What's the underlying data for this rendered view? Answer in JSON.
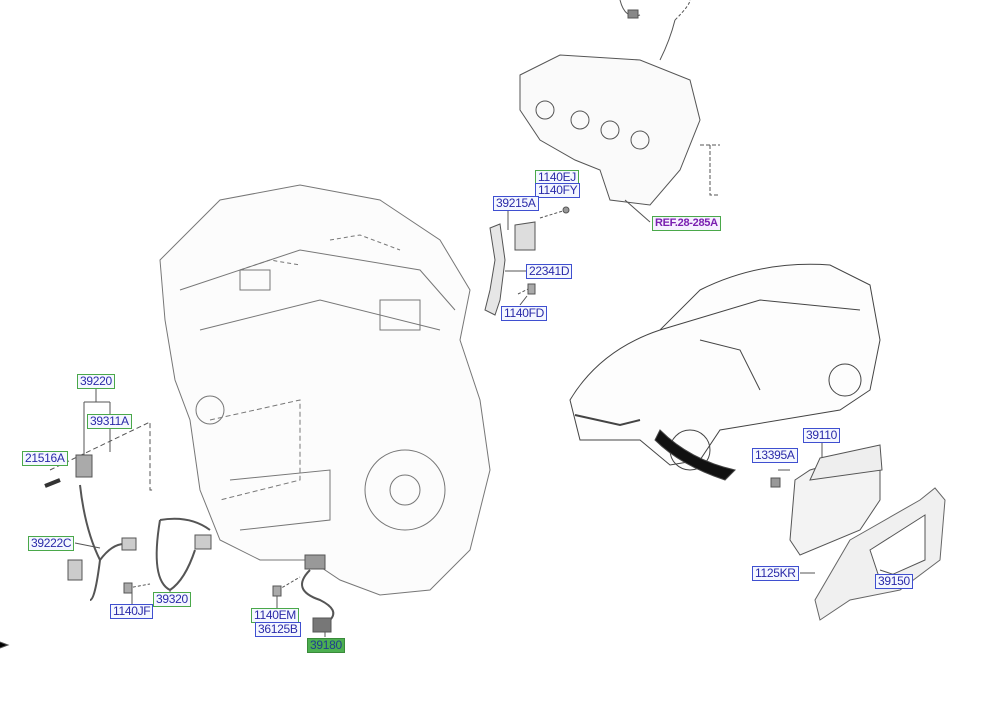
{
  "colors": {
    "label_text": "#2a2aa8",
    "border_blue": "#3f4fd0",
    "border_green": "#4aa84a",
    "highlight": "#4caf50",
    "ref_text": "#7a1fb0",
    "line": "#555555"
  },
  "labels": {
    "p1140EJ": "1140EJ",
    "p1140FY": "1140FY",
    "p39215A": "39215A",
    "ref": "REF.28-285A",
    "p22341D": "22341D",
    "p1140FD": "1140FD",
    "p39220": "39220",
    "p39311A": "39311A",
    "p21516A": "21516A",
    "p39222C": "39222C",
    "p1140JF": "1140JF",
    "p39320": "39320",
    "p1140EM": "1140EM",
    "p36125B": "36125B",
    "p39180": "39180",
    "p39110": "39110",
    "p13395A": "13395A",
    "p1125KR": "1125KR",
    "p39150": "39150"
  }
}
